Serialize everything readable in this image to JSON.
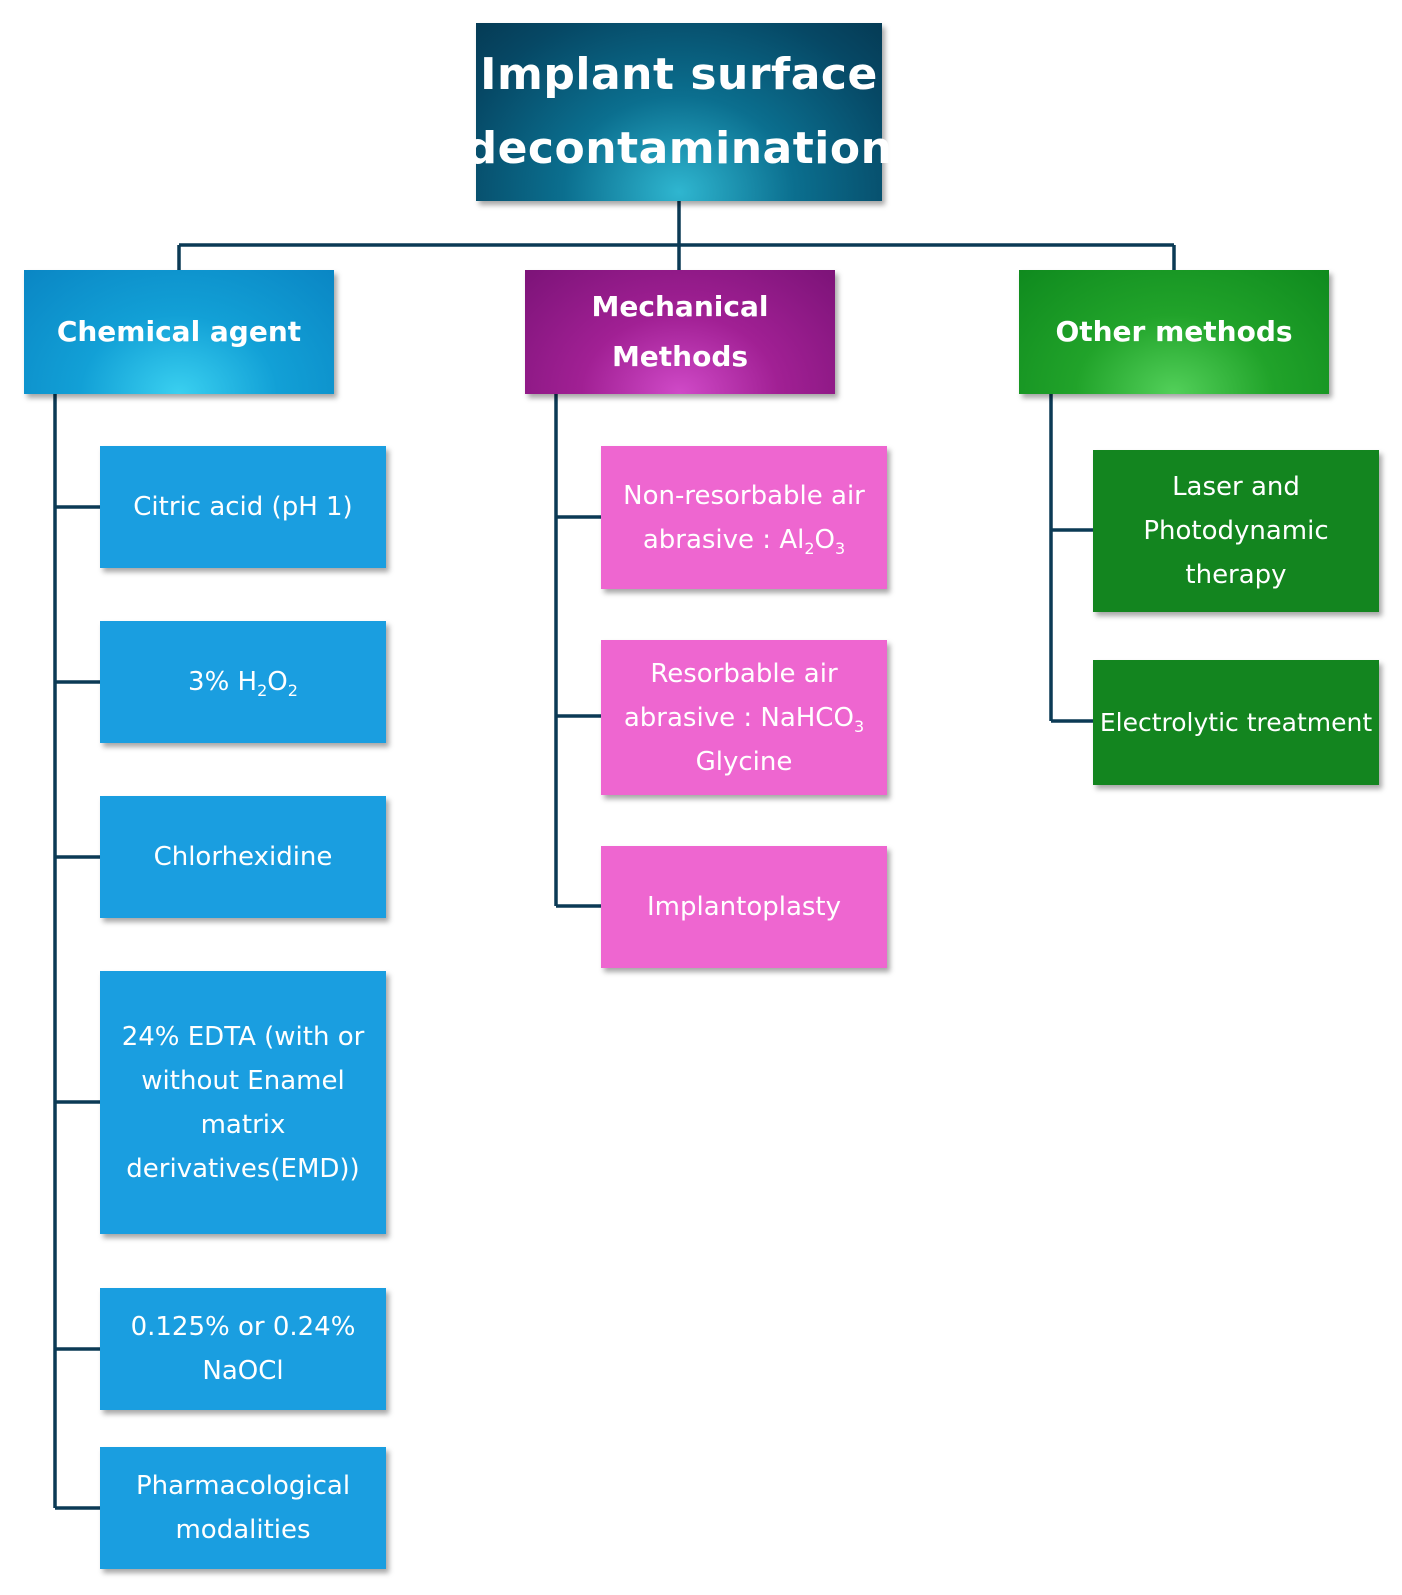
{
  "root": {
    "line1": "Implant surface",
    "line2": "decontamination"
  },
  "categories": {
    "chemical": {
      "label": "Chemical agent"
    },
    "mechanical": {
      "line1": "Mechanical",
      "line2": "Methods"
    },
    "other": {
      "label": "Other methods"
    }
  },
  "chemical_items": {
    "citric": "Citric acid (pH 1)",
    "h2o2": {
      "prefix": "3% H",
      "sub1": "2",
      "mid": "O",
      "sub2": "2"
    },
    "chlorhexidine": "Chlorhexidine",
    "edta": {
      "line1": "24% EDTA (with or",
      "line2": "without Enamel",
      "line3": "matrix",
      "line4": "derivatives(EMD))"
    },
    "naocl": {
      "line1": "0.125% or 0.24%",
      "line2": "NaOCl"
    },
    "pharma": {
      "line1": "Pharmacological",
      "line2": "modalities"
    }
  },
  "mechanical_items": {
    "nonresorbable": {
      "line1": "Non-resorbable air",
      "line2_prefix": "abrasive : Al",
      "sub1": "2",
      "mid": "O",
      "sub2": "3"
    },
    "resorbable": {
      "line1": "Resorbable air",
      "line2_prefix": "abrasive : NaHCO",
      "sub1": "3",
      "line3": "Glycine"
    },
    "implantoplasty": "Implantoplasty"
  },
  "other_items": {
    "laser": {
      "line1": "Laser and",
      "line2": "Photodynamic",
      "line3": "therapy"
    },
    "electrolytic": "Electrolytic treatment"
  },
  "colors": {
    "root": "#064865",
    "chemical": "#0a86c4",
    "mechanical": "#7c1378",
    "other": "#0f8a1e",
    "leaf_blue": "#1a9ee0",
    "leaf_pink": "#ee66d0",
    "leaf_green": "#13851f",
    "connector": "#0b3a55"
  }
}
